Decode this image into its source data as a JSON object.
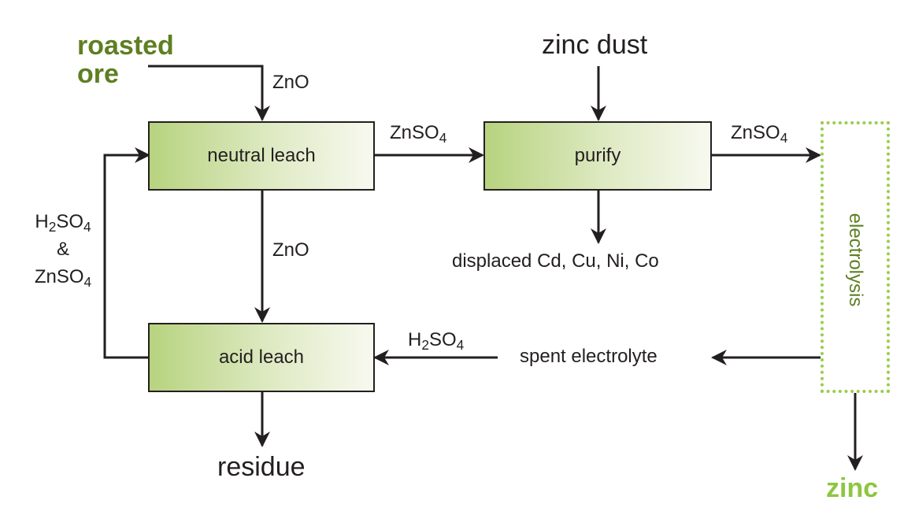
{
  "inputs": {
    "roasted_ore_line1": "roasted",
    "roasted_ore_line2": "ore",
    "zinc_dust": "zinc dust"
  },
  "processes": {
    "neutral_leach": "neutral leach",
    "purify": "purify",
    "acid_leach": "acid leach",
    "electrolysis": "electrolysis"
  },
  "flows": {
    "zno_in": "ZnO",
    "zno_down": "ZnO",
    "znso4_a_prefix": "ZnSO",
    "znso4_a_sub": "4",
    "znso4_b_prefix": "ZnSO",
    "znso4_b_sub": "4",
    "recycle_h": "H",
    "recycle_h_sub": "2",
    "recycle_so": "SO",
    "recycle_so_sub": "4",
    "recycle_amp": "&",
    "recycle_znso": "ZnSO",
    "recycle_znso_sub": "4",
    "acid_h": "H",
    "acid_h_sub": "2",
    "acid_so": "SO",
    "acid_so_sub": "4",
    "spent_electrolyte": "spent electrolyte",
    "displaced_metals": "displaced Cd, Cu, Ni, Co"
  },
  "outputs": {
    "residue": "residue",
    "zinc": "zinc"
  },
  "colors": {
    "dark_green": "#5e7f22",
    "lime_green": "#8dc63f",
    "box_gradient_start": "#b7d37f",
    "line": "#231f20"
  }
}
